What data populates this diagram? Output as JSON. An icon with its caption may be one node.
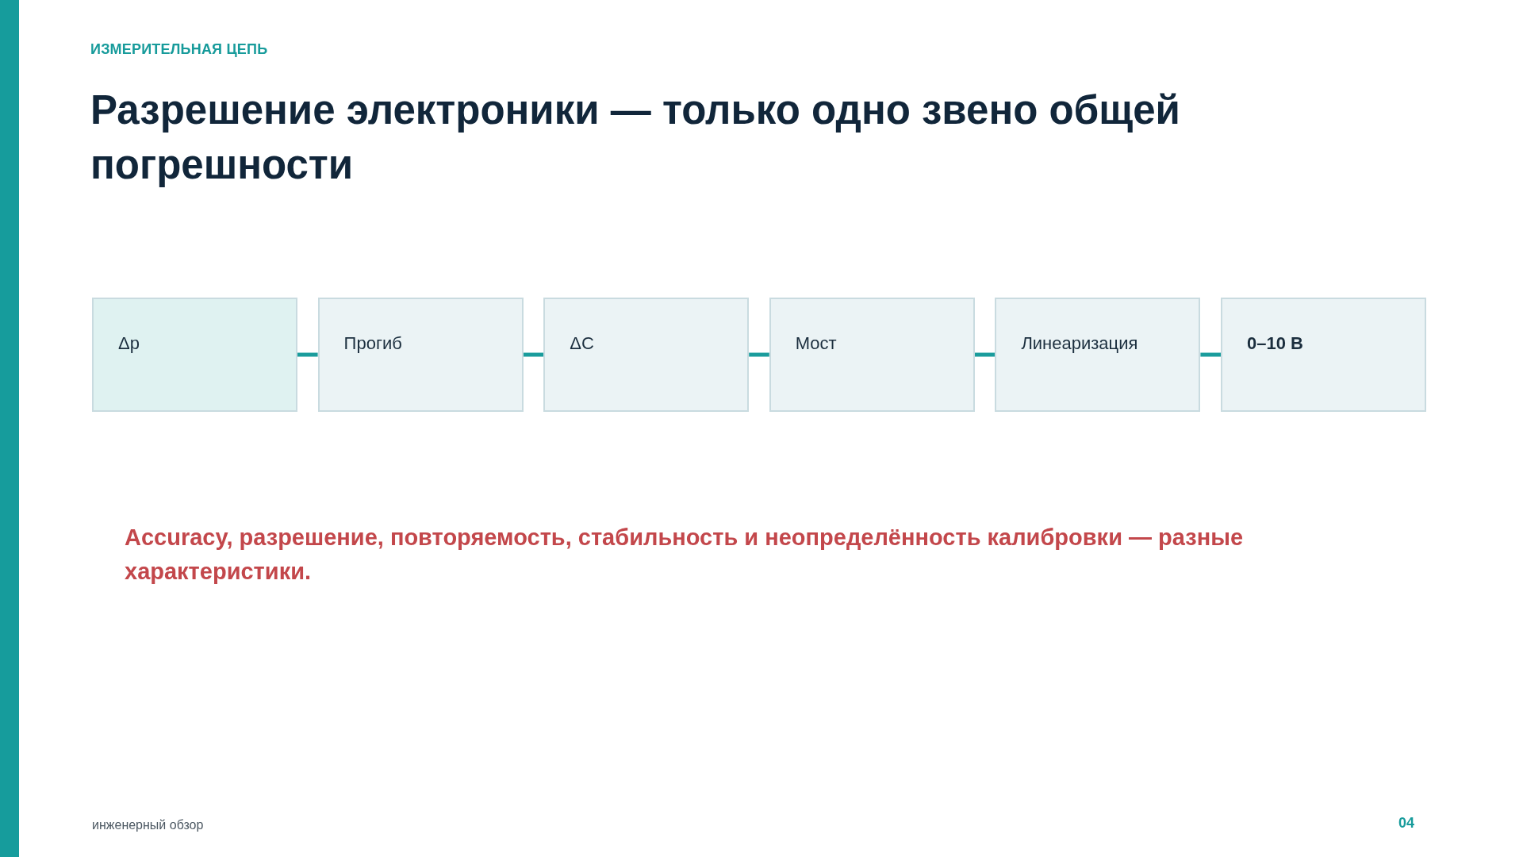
{
  "diagram": {
    "title": "Разрешение электроники — только одно звено общей погрешности",
    "nodes": [
      {
        "text": [
          "Δp"
        ]
      },
      {
        "text": [
          "Прогиб"
        ]
      },
      {
        "text": [
          "ΔC"
        ]
      },
      {
        "text": [
          "Мост"
        ]
      },
      {
        "text": [
          "Линеаризация"
        ]
      },
      {
        "text": [
          "0–10 В"
        ]
      }
    ],
    "edges": [
      {
        "from": 0,
        "to": 1,
        "arrow": "none"
      },
      {
        "from": 1,
        "to": 2,
        "arrow": "none"
      },
      {
        "from": 2,
        "to": 3,
        "arrow": "none"
      },
      {
        "from": 3,
        "to": 4,
        "arrow": "none"
      },
      {
        "from": 4,
        "to": 5,
        "arrow": "none"
      }
    ],
    "labels": [
      "ИЗМЕРИТЕЛЬНАЯ ЦЕПЬ",
      "Accuracy, разрешение, повторяемость, стабильность и неопределённость калибровки — разные характеристики.",
      "инженерный обзор",
      "04"
    ]
  }
}
